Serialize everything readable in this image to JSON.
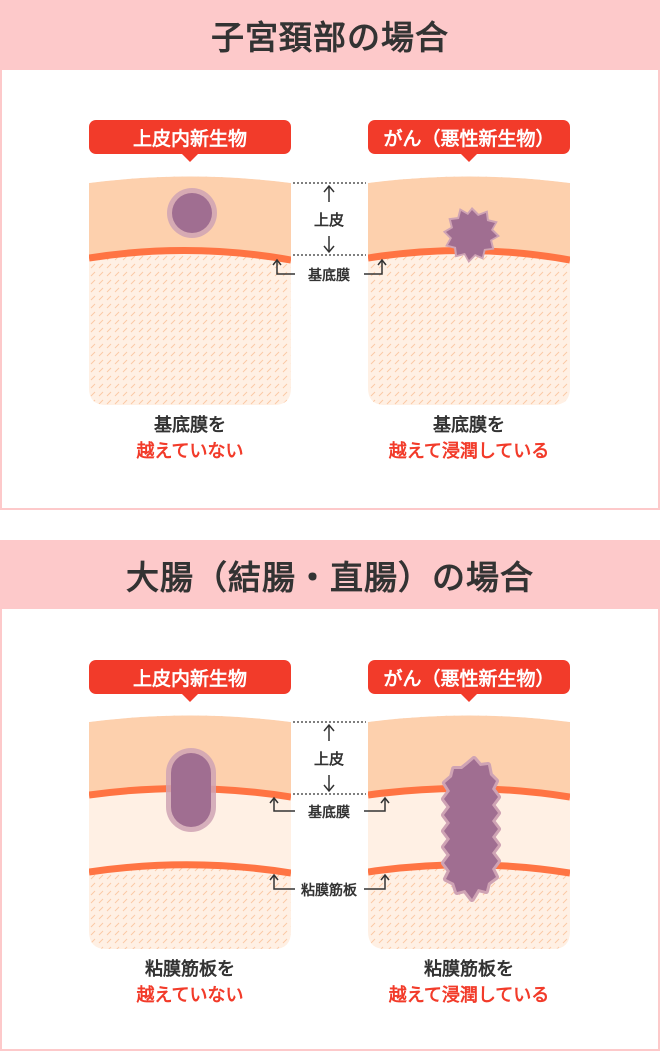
{
  "sections": [
    {
      "title": "子宮頚部の場合",
      "left": {
        "tag": "上皮内新生物",
        "caption_line1": "基底膜を",
        "caption_line2": "越えていない"
      },
      "right": {
        "tag": "がん（悪性新生物）",
        "caption_line1": "基底膜を",
        "caption_line2": "越えて浸潤している"
      },
      "labels": {
        "epithelium": "上皮",
        "basement_membrane": "基底膜"
      }
    },
    {
      "title": "大腸（結腸・直腸）の場合",
      "left": {
        "tag": "上皮内新生物",
        "caption_line1": "粘膜筋板を",
        "caption_line2": "越えていない"
      },
      "right": {
        "tag": "がん（悪性新生物）",
        "caption_line1": "粘膜筋板を",
        "caption_line2": "越えて浸潤している"
      },
      "labels": {
        "epithelium": "上皮",
        "basement_membrane": "基底膜",
        "muscularis_mucosae": "粘膜筋板"
      }
    }
  ],
  "colors": {
    "band": "#fdc9ca",
    "tag": "#f23b2a",
    "epithelium": "#fdd0ad",
    "membrane": "#ff7443",
    "stroma": "#fff0e4",
    "lesion": "#a06e91",
    "lesion_halo": "#cfa3b4"
  }
}
